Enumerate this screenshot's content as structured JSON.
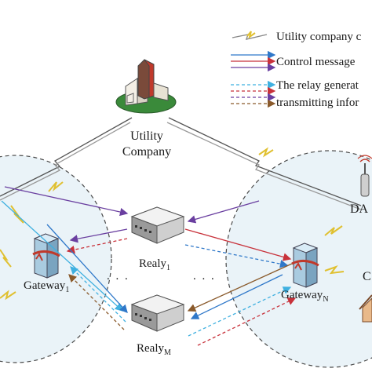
{
  "legend": {
    "items": [
      {
        "icon": "lightning-link-icon",
        "text": "Utility company c"
      },
      {
        "icon": "solid-arrows-icon",
        "text": "Control message"
      },
      {
        "icon": "dashed-arrows-icon",
        "text": "The relay generat"
      },
      {
        "icon": "dashed-arrows-icon",
        "text": "transmitting infor"
      }
    ]
  },
  "nodes": {
    "utility": {
      "line1": "Utility",
      "line2": "Company"
    },
    "relay1": {
      "base": "Realy",
      "sub": "1"
    },
    "relayM": {
      "base": "Realy",
      "sub": "M"
    },
    "gateway1": {
      "base": "Gateway",
      "sub": "1"
    },
    "gatewayN": {
      "base": "Gateway",
      "sub": "N"
    },
    "dap": {
      "text": "DA"
    },
    "cut": {
      "text": "C"
    }
  },
  "ellipsis": {
    "relays": ". . .",
    "links": ". . ."
  },
  "colors": {
    "purple": "#6a3fa0",
    "blue": "#2f78c9",
    "red": "#c8323b",
    "brown": "#8a5a2b",
    "cyan": "#3fb0e0",
    "cloud_fill": "#eaf3f8",
    "cloud_stroke": "#4a4a4a"
  }
}
